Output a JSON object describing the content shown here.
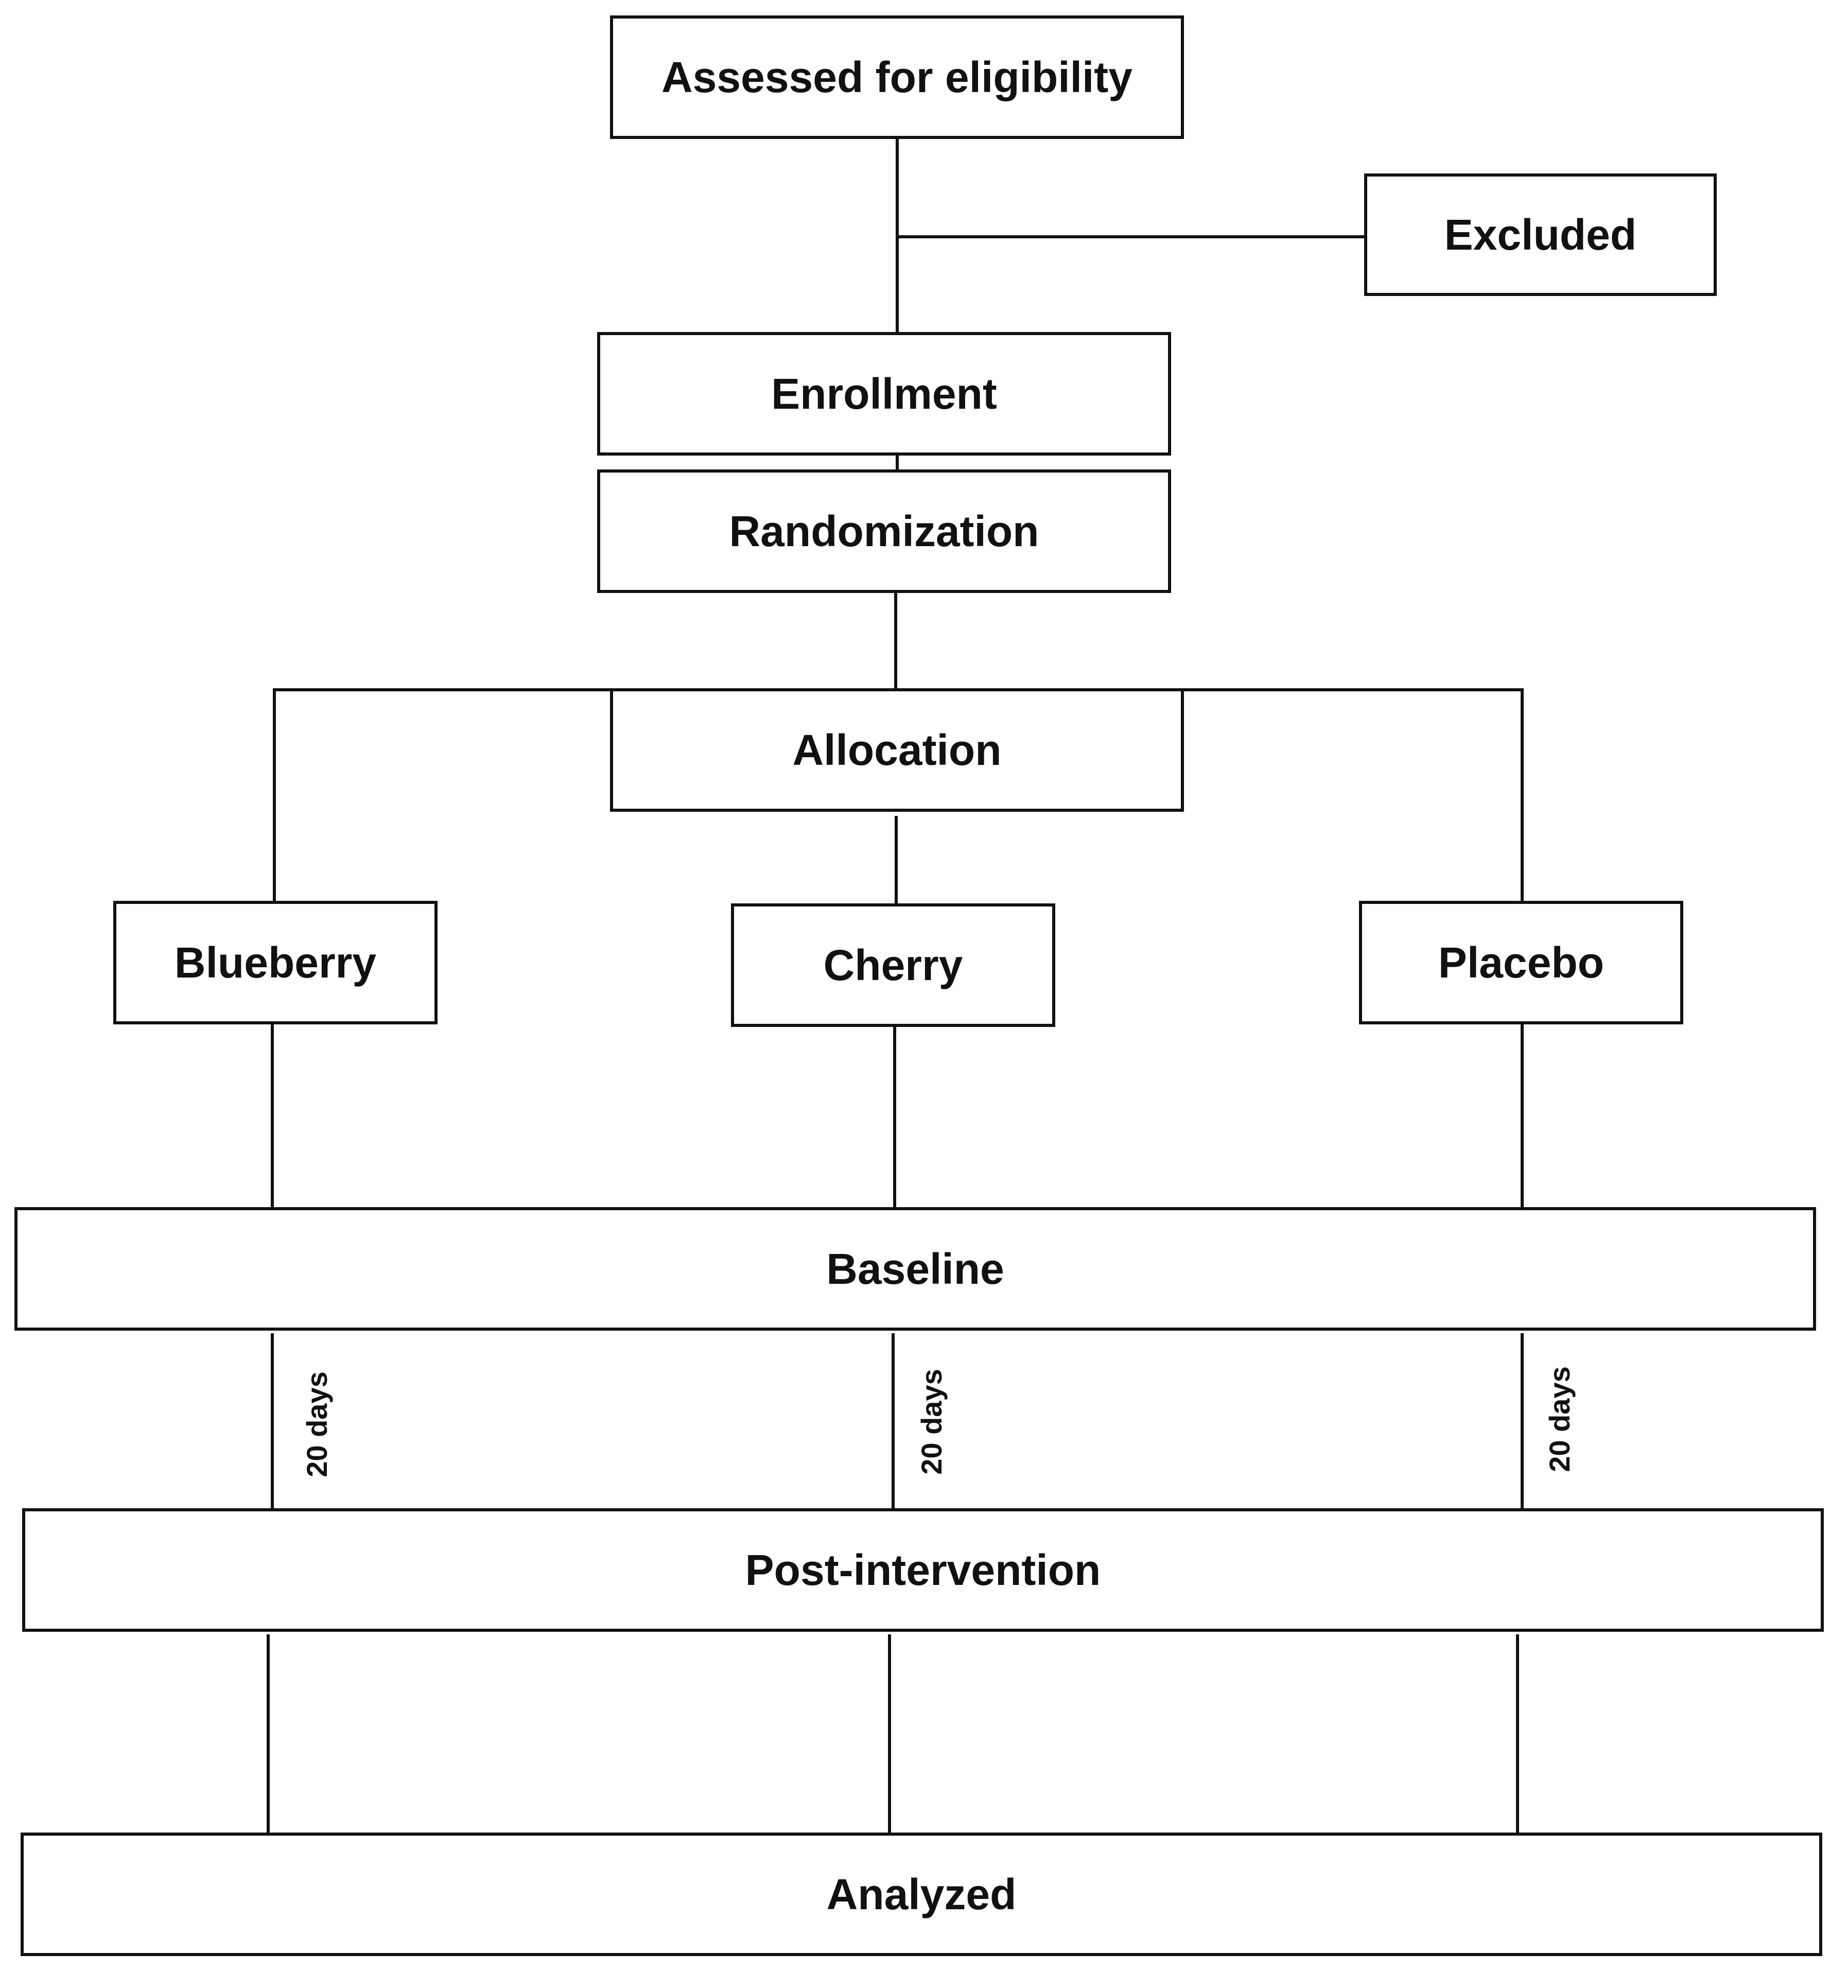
{
  "flowchart": {
    "nodes": {
      "assessed": "Assessed for eligibility",
      "excluded": "Excluded",
      "enrollment": "Enrollment",
      "randomization": "Randomization",
      "allocation": "Allocation",
      "blueberry": "Blueberry",
      "cherry": "Cherry",
      "placebo": "Placebo",
      "baseline": "Baseline",
      "post_intervention": "Post-intervention",
      "analyzed": "Analyzed"
    },
    "duration_labels": {
      "blueberry": "20 days",
      "cherry": "20 days",
      "placebo": "20 days"
    },
    "edges": [
      [
        "assessed",
        "excluded"
      ],
      [
        "assessed",
        "enrollment"
      ],
      [
        "enrollment",
        "randomization"
      ],
      [
        "randomization",
        "allocation"
      ],
      [
        "allocation",
        "blueberry"
      ],
      [
        "allocation",
        "cherry"
      ],
      [
        "allocation",
        "placebo"
      ],
      [
        "blueberry",
        "baseline"
      ],
      [
        "cherry",
        "baseline"
      ],
      [
        "placebo",
        "baseline"
      ],
      [
        "baseline",
        "post_intervention"
      ],
      [
        "post_intervention",
        "analyzed"
      ]
    ]
  }
}
